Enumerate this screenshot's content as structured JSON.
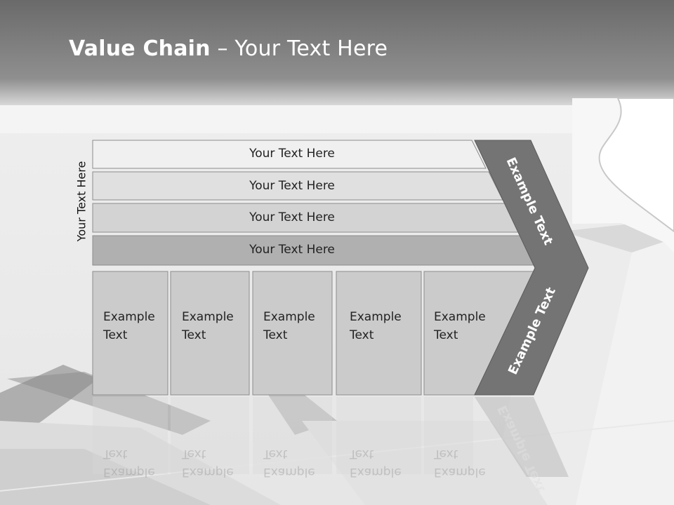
{
  "slide": {
    "title_bold": "Value Chain",
    "title_rest": " – Your Text Here",
    "side_label": "Your Text Here"
  },
  "rows": [
    {
      "label": "Your Text Here"
    },
    {
      "label": "Your Text Here"
    },
    {
      "label": "Your Text Here"
    },
    {
      "label": "Your Text Here"
    }
  ],
  "boxes": [
    {
      "line1": "Example",
      "line2": "Text"
    },
    {
      "line1": "Example",
      "line2": "Text"
    },
    {
      "line1": "Example",
      "line2": "Text"
    },
    {
      "line1": "Example",
      "line2": "Text"
    },
    {
      "line1": "Example",
      "line2": "Text"
    }
  ],
  "chevron": {
    "upper_label": "Example Text",
    "lower_label": "Example Text"
  },
  "colors": {
    "header_dark": "#6b6b6b",
    "chevron": "#747474",
    "row_fill_1": "#f0f0f0",
    "row_fill_2": "#e0e0e0",
    "row_fill_3": "#d2d2d2",
    "row_fill_4": "#b0b0b0",
    "box_fill": "#cbcbcb"
  }
}
